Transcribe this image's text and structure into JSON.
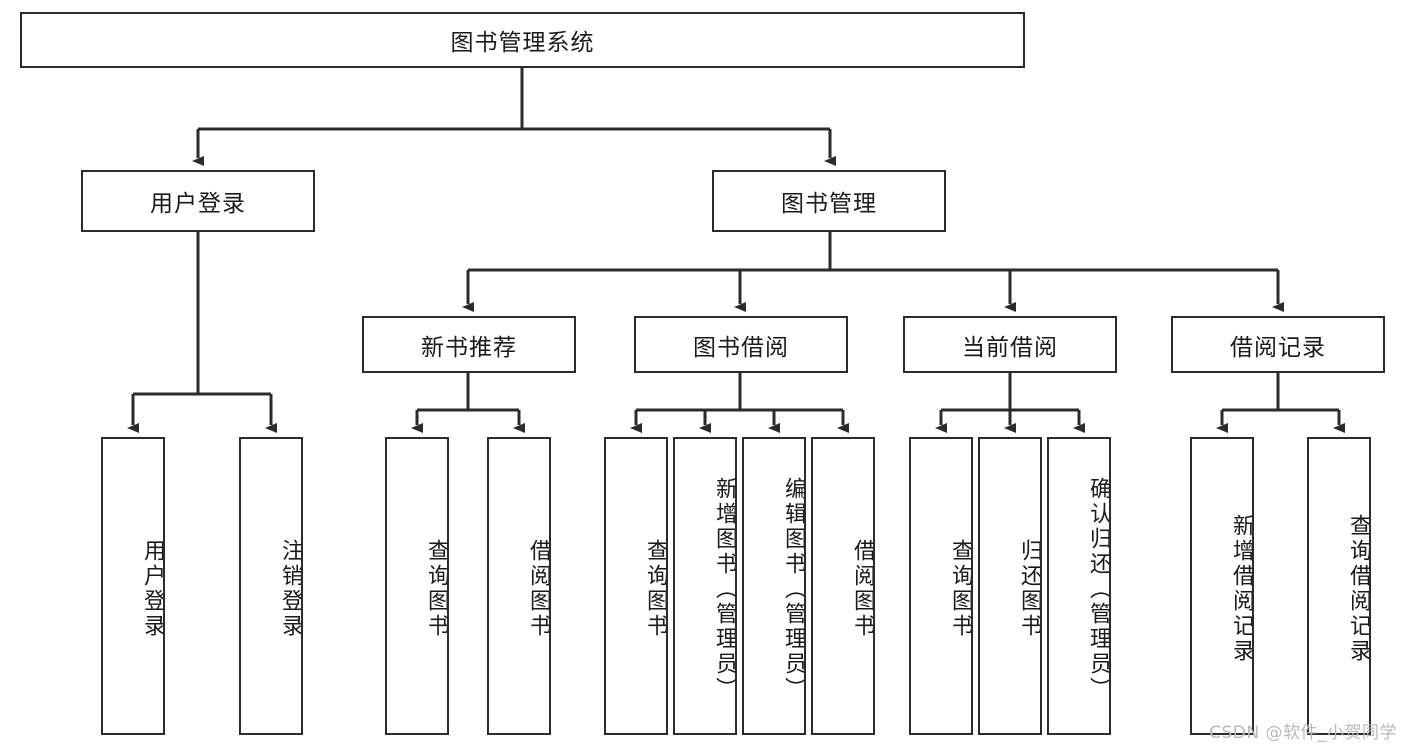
{
  "diagram": {
    "title": "图书管理系统",
    "type": "hierarchy-tree",
    "watermark": "CSDN @软件_小贺同学",
    "colors": {
      "stroke": "#2b2b2b",
      "fill": "#ffffff",
      "text": "#1a1a1a",
      "watermark": "#b9b9b9"
    },
    "root": {
      "label": "图书管理系统"
    },
    "level2": [
      {
        "label": "用户登录"
      },
      {
        "label": "图书管理"
      }
    ],
    "level3": [
      {
        "label": "新书推荐"
      },
      {
        "label": "图书借阅"
      },
      {
        "label": "当前借阅"
      },
      {
        "label": "借阅记录"
      }
    ],
    "leaves": {
      "user_login": [
        {
          "label": "用户登录"
        },
        {
          "label": "注销登录"
        }
      ],
      "new_book": [
        {
          "label": "查询图书"
        },
        {
          "label": "借阅图书"
        }
      ],
      "borrow_book": [
        {
          "label": "查询图书"
        },
        {
          "label": "新增图书（管理员）"
        },
        {
          "label": "编辑图书（管理员）"
        },
        {
          "label": "借阅图书"
        }
      ],
      "current_borrow": [
        {
          "label": "查询图书"
        },
        {
          "label": "归还图书"
        },
        {
          "label": "确认归还（管理员）"
        }
      ],
      "borrow_record": [
        {
          "label": "新增借阅记录"
        },
        {
          "label": "查询借阅记录"
        }
      ]
    }
  }
}
